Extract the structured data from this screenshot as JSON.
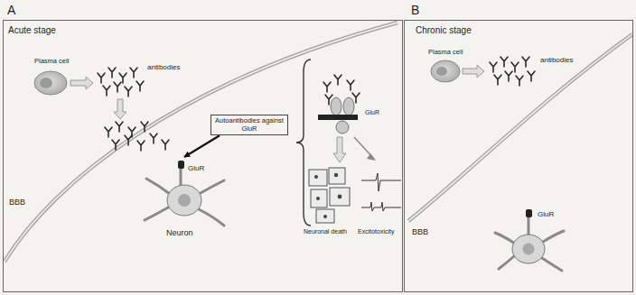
{
  "diagram": {
    "nodes": [
      {
        "text": [
          "Acute stage"
        ]
      },
      {
        "text": [
          "Autoantibodies against GluR"
        ],
        "in": 0
      },
      {
        "text": [
          "GluR",
          "Neuron"
        ],
        "in": 0
      },
      {
        "text": [
          "Chronic stage"
        ]
      },
      {
        "text": [
          "GluR"
        ],
        "in": 3
      }
    ],
    "edges": [
      {
        "from": 1,
        "to": 2,
        "arrow": "to"
      }
    ],
    "labels": [
      "A",
      "Plasma cell",
      "antibodies",
      "BBB",
      "GluR",
      "Neuronal death",
      "Excitotoxicity",
      "B",
      "Plasma cell",
      "antibodies",
      "BBB"
    ]
  }
}
